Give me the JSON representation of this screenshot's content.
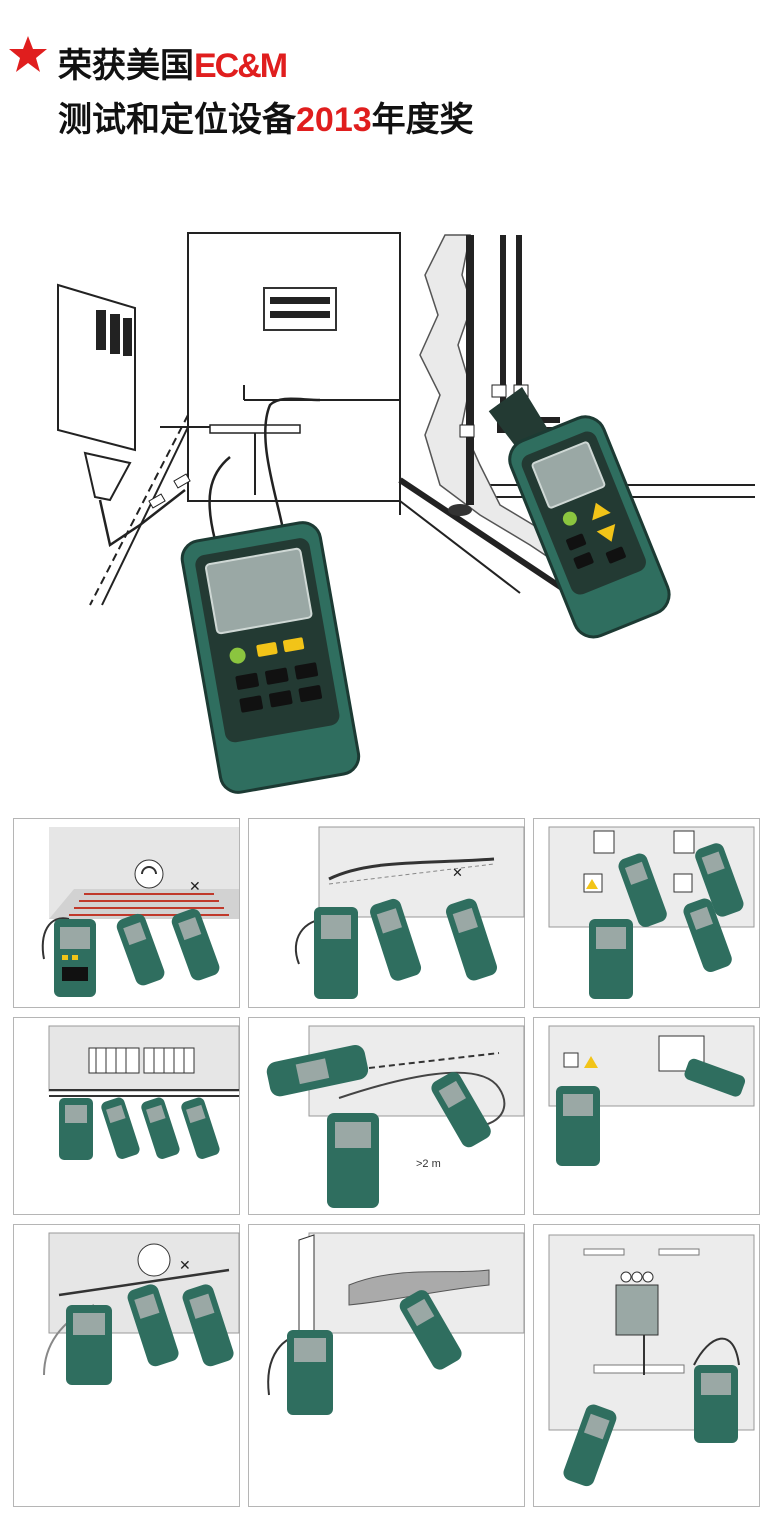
{
  "header": {
    "line1_prefix": "荣获美国",
    "line1_brand": "EC&M",
    "line2_prefix": "测试和定位设备",
    "line2_year": "2013",
    "line2_suffix": "年度奖"
  },
  "colors": {
    "accent": "#e01e1e",
    "device_body": "#2f6e5f",
    "device_dark": "#233a33",
    "device_screen": "#9aa8a5",
    "button_yellow": "#f2c418",
    "button_green": "#8bc53f",
    "wall_gray": "#e6e6e6",
    "line_red": "#c0392b"
  },
  "panels": [
    {
      "id": "floor-heating"
    },
    {
      "id": "wall-wire"
    },
    {
      "id": "outlet-fuse"
    },
    {
      "id": "radiators"
    },
    {
      "id": "distance",
      "label": ">2 m"
    },
    {
      "id": "fuse-box"
    },
    {
      "id": "break-detection"
    },
    {
      "id": "under-plaster"
    },
    {
      "id": "distribution-board"
    }
  ]
}
